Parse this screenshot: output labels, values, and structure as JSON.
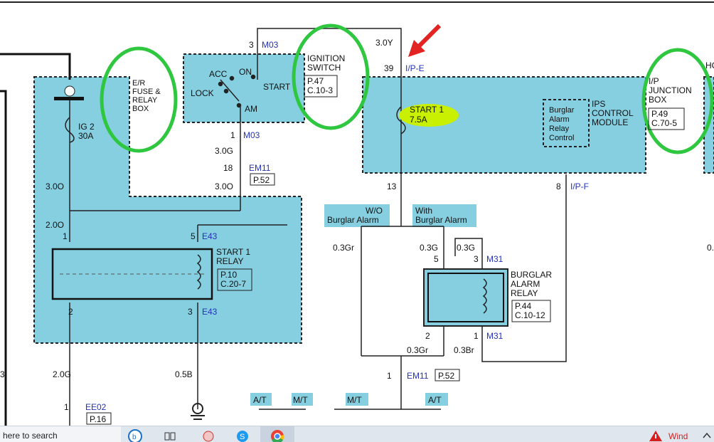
{
  "diagram": {
    "er_box": {
      "label": [
        "E/R",
        "FUSE &",
        "RELAY",
        "BOX"
      ]
    },
    "fuse_ig2": {
      "name": "IG 2",
      "rating": "30A"
    },
    "ignition_switch": {
      "label": [
        "IGNITION",
        "SWITCH"
      ],
      "refs": [
        "P.47",
        "C.10-3"
      ],
      "positions": {
        "acc": "ACC",
        "on": "ON",
        "lock": "LOCK",
        "start": "START",
        "am": "AM"
      },
      "pin_top": "3",
      "conn_top": "M03",
      "pin_bottom": "1",
      "conn_bottom": "M03"
    },
    "em11_top": {
      "pin": "18",
      "conn": "EM11",
      "ref": "P.52"
    },
    "ip_junction": {
      "label": [
        "I/P",
        "JUNCTION",
        "BOX"
      ],
      "refs": [
        "P.49",
        "C.70-5"
      ],
      "pin_in": "39",
      "conn_in": "I/P-E",
      "pin_out": "13",
      "pin_out2": "8",
      "conn_out2": "I/P-F",
      "fuse": {
        "name": "START 1",
        "rating": "7.5A"
      }
    },
    "ips_module": {
      "label": [
        "IPS",
        "CONTROL",
        "MODULE"
      ]
    },
    "burglar_control": {
      "label": [
        "Burglar",
        "Alarm",
        "Relay",
        "Control"
      ]
    },
    "options": {
      "wo_alarm": [
        "W/O",
        "Burglar Alarm"
      ],
      "with_alarm": [
        "With",
        "Burglar Alarm"
      ]
    },
    "start_relay": {
      "label": [
        "START 1",
        "RELAY"
      ],
      "refs": [
        "P.10",
        "C.20-7"
      ],
      "pin1": "1",
      "pin2": "2",
      "pin3": "3",
      "pin5": "5",
      "conn_top": "E43",
      "conn_bottom": "E43"
    },
    "burglar_relay": {
      "label": [
        "BURGLAR",
        "ALARM",
        "RELAY"
      ],
      "refs": [
        "P.44",
        "C.10-12"
      ],
      "pin5": "5",
      "pin3": "3",
      "pin2": "2",
      "pin1": "1",
      "conn_top": "M31",
      "conn_bottom": "M31"
    },
    "em11_bottom": {
      "pin": "1",
      "conn": "EM11",
      "ref": "P.52"
    },
    "ee02": {
      "pin": "1",
      "conn": "EE02",
      "ref": "P.16"
    },
    "wires": {
      "y30": "3.0Y",
      "o30a": "3.0O",
      "o30b": "3.0O",
      "o20": "2.0O",
      "g30": "3.0G",
      "gr03a": "0.3Gr",
      "g03a": "0.3G",
      "g03b": "0.3G",
      "gr03b": "0.3Gr",
      "br03": "0.3Br",
      "g20": "2.0G",
      "b05": "0.5B"
    },
    "bottom_tags": [
      "A/T",
      "M/T",
      "M/T",
      "A/T"
    ],
    "edge_labels": {
      "right_top": "HC",
      "right_mid": "0.",
      "left_mid": "3"
    }
  },
  "taskbar": {
    "search_text": "here to search",
    "alert": "Wind"
  },
  "colors": {
    "module_fill": "#86cfe0",
    "highlight": "#c8f000",
    "circle": "#2fc740",
    "arrow": "#e32222",
    "connector": "#2431b8"
  }
}
